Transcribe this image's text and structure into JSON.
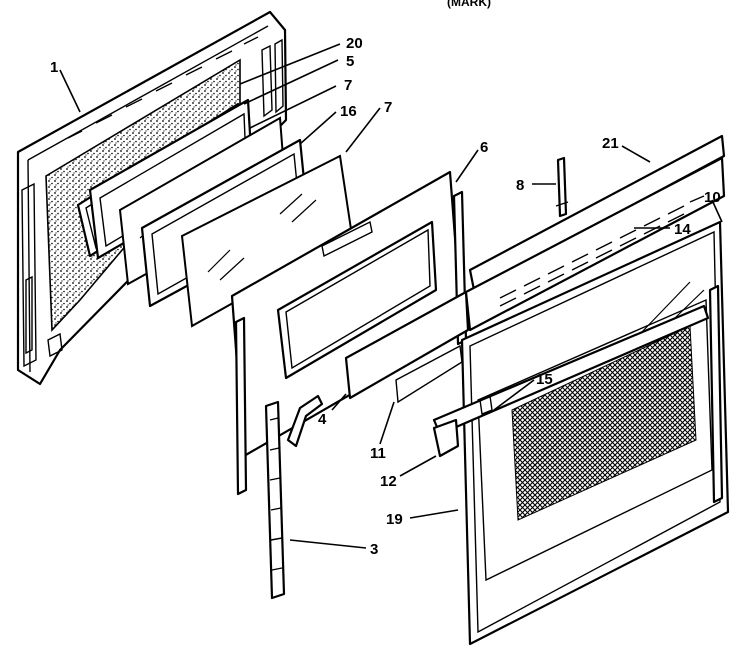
{
  "header": {
    "fragments": [
      "(MARK)"
    ]
  },
  "callouts": {
    "c1": "1",
    "c20": "20",
    "c5": "5",
    "c7a": "7",
    "c16": "16",
    "c7b": "7",
    "c6": "6",
    "c21": "21",
    "c8": "8",
    "c10": "10",
    "c14": "14",
    "c15": "15",
    "c4": "4",
    "c11": "11",
    "c12": "12",
    "c19": "19",
    "c3": "3"
  }
}
